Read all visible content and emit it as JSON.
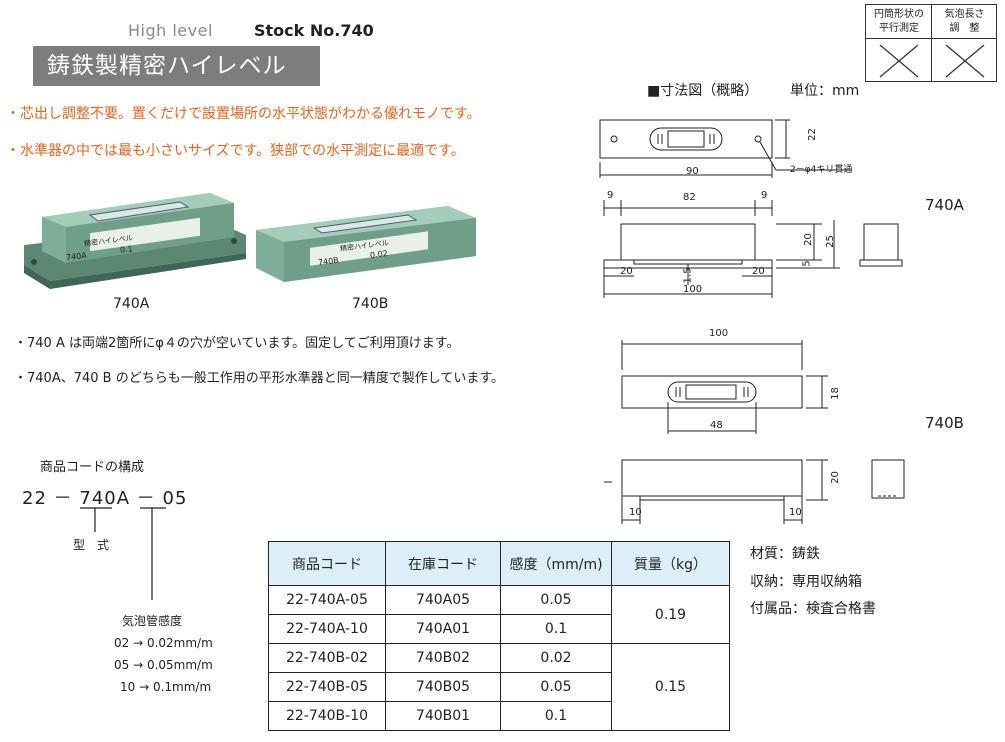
{
  "header": {
    "subtitle_en": "High level",
    "stock_no": "Stock No.740",
    "title": "鋳鉄製精密ハイレベル"
  },
  "measurement_box": {
    "col1_line1": "円筒形状の",
    "col1_line2": "平行測定",
    "col2_line1": "気泡長さ",
    "col2_line2": "調　整"
  },
  "features": [
    "・芯出し調整不要。置くだけで設置場所の水平状態がわかる優れモノです。",
    "・水準器の中では最も小さいサイズです。狭部での水平測定に最適です。"
  ],
  "photos": {
    "a_label": "740A",
    "b_label": "740B",
    "a_plate_model": "740A",
    "a_plate_value": "0.1",
    "b_plate_model": "740B",
    "b_plate_value": "0.02",
    "plate_name": "精密ハイレベル"
  },
  "notes": [
    "・740 A は両端2箇所にφ４の穴が空いています。固定してご利用頂けます。",
    "・740A、740 B のどちらも一般工作用の平形水準器と同一精度で製作しています。"
  ],
  "product_code": {
    "title": "商品コードの構成",
    "p1": "22",
    "dash1": "－",
    "p2": "740A",
    "dash2": "－",
    "p3": "05",
    "type_label": "型　式",
    "sens_title": "気泡管感度",
    "sens_lines": [
      "02 → 0.02mm/m",
      "05 → 0.05mm/m",
      "10 → 0.1mm/m"
    ]
  },
  "table": {
    "headers": [
      "商品コード",
      "在庫コード",
      "感度（mm/m)",
      "質量（kg）"
    ],
    "rows": [
      [
        "22-740A-05",
        "740A05",
        "0.05"
      ],
      [
        "22-740A-10",
        "740A01",
        "0.1"
      ],
      [
        "22-740B-02",
        "740B02",
        "0.02"
      ],
      [
        "22-740B-05",
        "740B05",
        "0.05"
      ],
      [
        "22-740B-10",
        "740B01",
        "0.1"
      ]
    ],
    "mass_a": "0.19",
    "mass_b": "0.15"
  },
  "specs": [
    "材質：鋳鉄",
    "収納：専用収納箱",
    "付属品：検査合格書"
  ],
  "drawing": {
    "title": "■寸法図（概略）",
    "unit": "単位：mm",
    "model_a": "740A",
    "model_b": "740B",
    "a_dims": {
      "width": "90",
      "height": "22",
      "hole": "2－φ4キリ貫通",
      "side_9l": "9",
      "side_82": "82",
      "side_9r": "9",
      "h20": "20",
      "h25": "25",
      "h5": "5",
      "foot_l": "20",
      "foot_r": "20",
      "gap": "1.5",
      "total": "100"
    },
    "b_dims": {
      "top_width": "100",
      "height": "18",
      "vial": "48",
      "side_h": "20",
      "foot_l": "10",
      "foot_r": "10"
    }
  },
  "colors": {
    "title_bar": "#7d7d7d",
    "accent_orange": "#e8641e",
    "table_header": "#dceef8",
    "body_green": "#6b9a85"
  }
}
